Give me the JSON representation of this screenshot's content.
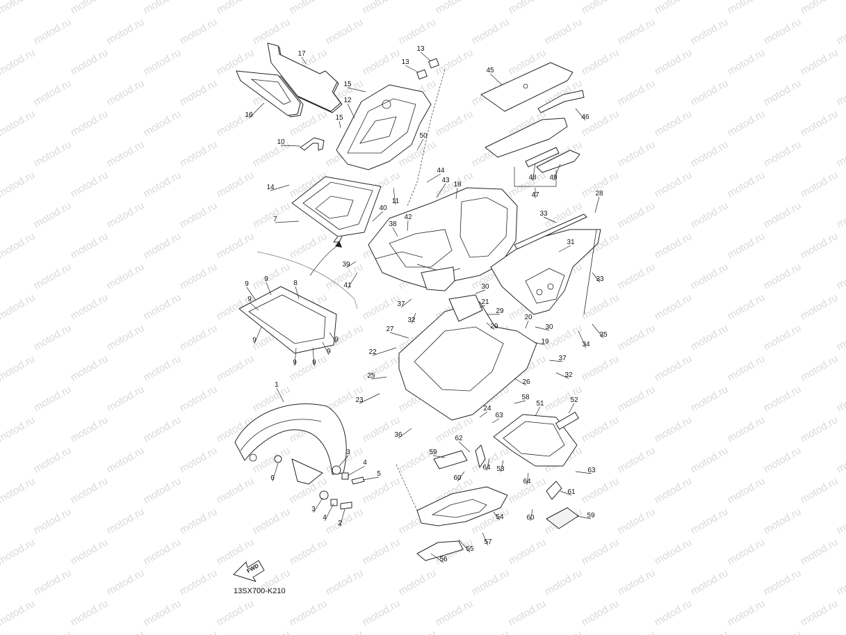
{
  "diagram_code": "13SX700-K210",
  "watermark_text": "motod.ru",
  "fwd_label": "FWD",
  "part_numbers": [
    "1",
    "2",
    "3",
    "4",
    "5",
    "6",
    "7",
    "8",
    "9",
    "10",
    "11",
    "12",
    "13",
    "14",
    "15",
    "16",
    "17",
    "18",
    "19",
    "20",
    "21",
    "22",
    "23",
    "24",
    "25",
    "26",
    "27",
    "28",
    "29",
    "30",
    "31",
    "32",
    "33",
    "34",
    "35",
    "36",
    "37",
    "38",
    "39",
    "40",
    "41",
    "42",
    "43",
    "44",
    "45",
    "46",
    "47",
    "48",
    "49",
    "50",
    "51",
    "52",
    "53",
    "54",
    "55",
    "56",
    "57",
    "58",
    "59",
    "60",
    "61",
    "62",
    "63",
    "64"
  ],
  "colors": {
    "line": "#222222",
    "watermark": "#d9d9d9",
    "background": "#ffffff"
  }
}
